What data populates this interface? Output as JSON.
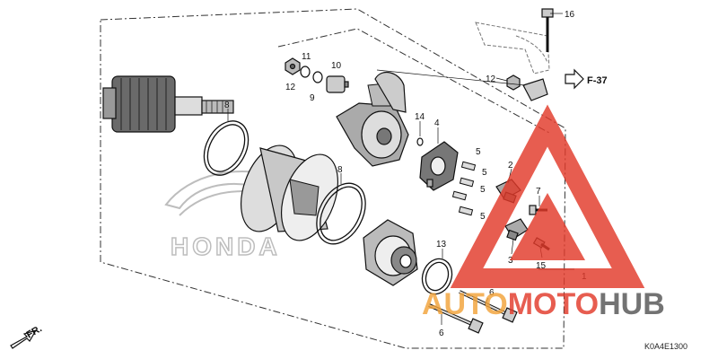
{
  "callouts": {
    "p1": "1",
    "p2": "2",
    "p3": "3",
    "p4": "4",
    "p5a": "5",
    "p5b": "5",
    "p5c": "5",
    "p5d": "5",
    "p6a": "6",
    "p6b": "6",
    "p7": "7",
    "p8a": "8",
    "p8b": "8",
    "p9": "9",
    "p10": "10",
    "p11": "11",
    "p12a": "12",
    "p12b": "12",
    "p13": "13",
    "p14": "14",
    "p15": "15",
    "p16": "16"
  },
  "reference": "F-37",
  "direction": "FR.",
  "diagram_code": "K0A4E1300",
  "watermark_brand": "HONDA",
  "watermark_logo": {
    "part1": "AUTO",
    "part2": "MOTO",
    "part3": "HUB"
  },
  "colors": {
    "watermark_red": "#e23a2a",
    "watermark_orange": "#f2a33a",
    "watermark_gray": "#555555",
    "line": "#111111"
  }
}
